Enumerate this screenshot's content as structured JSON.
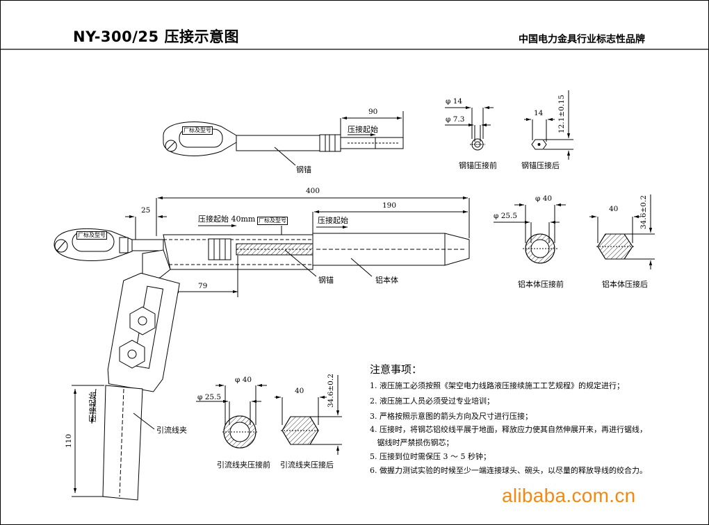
{
  "header": {
    "title": "NY-300/25 压接示意图",
    "brand": "中国电力金具行业标志性品牌"
  },
  "drawing": {
    "steel_anchor_top": {
      "dim_length": "90",
      "label_crimp_start": "压接起始",
      "tag": "厂标及型号",
      "part_label": "钢锚"
    },
    "steel_section": {
      "before": {
        "dia_outer": "φ 14",
        "dia_inner": "φ 7.3",
        "caption": "钢锚压接前"
      },
      "after": {
        "width": "14",
        "height": "12.1±0.15",
        "caption": "钢锚压接后"
      }
    },
    "main_assembly": {
      "dim_total": "400",
      "dim_left": "25",
      "dim_right": "190",
      "dim_lower": "79",
      "label_crimp_start_40": "压接起始 40mm",
      "tag": "厂标及型号",
      "tag_eye": "厂标及型号",
      "label_crimp_start": "压接起始",
      "part_steel": "钢锚",
      "part_aluminum": "铝本体"
    },
    "aluminum_section": {
      "before": {
        "dia_outer": "φ 40",
        "dia_inner": "φ 25.5",
        "caption": "铝本体压接前"
      },
      "after": {
        "width": "40",
        "height": "34.6±0.2",
        "caption": "铝本体压接后"
      }
    },
    "jumper": {
      "label_crimp_start": "压接起始",
      "dim_length": "110",
      "part_label": "引流线夹"
    },
    "jumper_section": {
      "before": {
        "dia_outer": "φ 40",
        "dia_inner": "φ 25.5",
        "caption": "引流线夹压接前"
      },
      "after": {
        "width": "40",
        "height": "34.6±0.2",
        "caption": "引流线夹压接后"
      }
    }
  },
  "notes": {
    "title": "注意事项：",
    "items": [
      "1. 液压施工必须按照《架空电力线路液压接续施工工艺规程》的规定进行；",
      "2. 液压施工人员必须受过专业培训；",
      "3. 严格按照示意图的箭头方向及尺寸进行压接；",
      "4. 压接时，将钢芯铝绞线平展于地面，释放应力使其自然伸展开来，再进行锯线，",
      "   锯线时严禁损伤钢芯；",
      "5. 压接到位时需保压 3 ～ 5 秒钟；",
      "6. 做握力测试实验的时候至少一端连接球头、碗头，以尽量的释放导线的绞合力。"
    ]
  },
  "watermark": "alibaba.com.cn"
}
